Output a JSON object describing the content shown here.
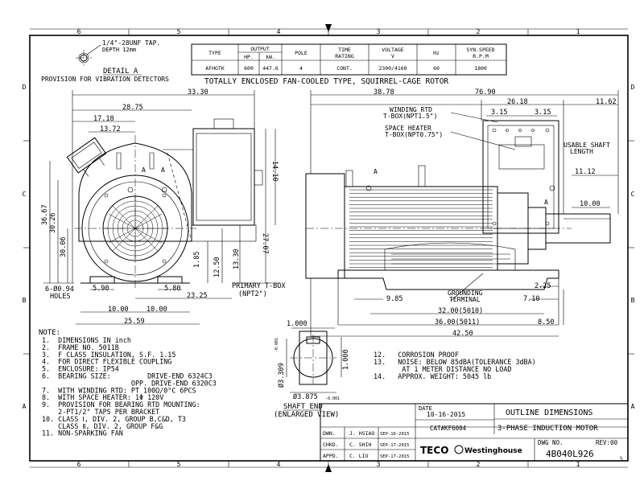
{
  "border": {
    "top_cols": [
      "6",
      "5",
      "4",
      "3",
      "2",
      "1"
    ],
    "bottom_cols": [
      "6",
      "5",
      "4",
      "3",
      "2",
      "1"
    ],
    "left_rows": [
      "D",
      "C",
      "B",
      "A"
    ],
    "right_rows": [
      "D",
      "C",
      "B",
      "A"
    ]
  },
  "detail_a": {
    "tap": "1/4\"-28UNF TAP.",
    "depth": "DEPTH 12mm",
    "title": "DETAIL A",
    "caption": "PROVISION FOR VIBRATION DETECTORS"
  },
  "spec_table": {
    "headers": [
      "TYPE",
      "OUTPUT",
      "POLE",
      "TIME RATING",
      "VOLTAGE V",
      "Hz",
      "SYN.SPEED R.P.M"
    ],
    "output_sub": [
      "HP.",
      "kW."
    ],
    "row": [
      "AFHGTK",
      "600",
      "447.6",
      "4",
      "CONT.",
      "2300/4160",
      "60",
      "1800"
    ],
    "header_time": [
      "TIME",
      "RATING"
    ],
    "header_voltage": [
      "VOLTAGE",
      "V"
    ],
    "header_speed": [
      "SYN.SPEED",
      "R.P.M"
    ],
    "caption": "TOTALLY ENCLOSED FAN-COOLED TYPE, SQUIRREL-CAGE ROTOR"
  },
  "front_view": {
    "dims": [
      "33.30",
      "28.75",
      "17.18",
      "13.72",
      "14.10",
      "27.07",
      "36.67",
      "30.26",
      "30.06",
      "1.85",
      "12.50",
      "13.30",
      "5.90",
      "5.80",
      "10.00",
      "10.00",
      "25.59",
      "23.25",
      "6-Ø0.94",
      "HOLES",
      "PRIMARY T-BOX",
      "(NPT2\")",
      "A",
      "A"
    ]
  },
  "side_view": {
    "dims": [
      "38.78",
      "76.90",
      "26.18",
      "11.62",
      "3.15",
      "3.15",
      "11.12",
      "10.00",
      "2.25",
      "7.10",
      "9.85",
      "32.00(5010)",
      "36.00(5011)",
      "8.50",
      "42.50",
      "A",
      "A"
    ],
    "winding_rtd": "WINDING RTD",
    "winding_rtd_box": "T-BOX(NPT1.5\")",
    "space_heater": "SPACE HEATER",
    "space_heater_box": "T-BOX(NPT0.75\")",
    "usable_shaft": "USABLE SHAFT",
    "length": "LENGTH",
    "grounding": "GROUNDING",
    "terminal": "TERMINAL"
  },
  "notes": {
    "title": "NOTE:",
    "left": [
      "1.  DIMENSIONS IN inch",
      "2.  FRAME NO. 5011B",
      "3.  F CLASS INSULATION, S.F. 1.15",
      "4.  FOR DIRECT FLEXIBLE COUPLING",
      "5.  ENCLOSURE: IP54",
      "6.  BEARING SIZE:         DRIVE-END 6324C3",
      "                      OPP. DRIVE-END 6320C3",
      "7.  WITH WINDING RTD: PT 100Ω/0°C 6PCS",
      "8.  WITH SPACE HEATER: 1Φ 120V",
      "9.  PROVISION FOR BEARING RTD MOUNTING:",
      "    2-PT1/2\" TAPS PER BRACKET",
      "10. CLASS Ⅰ, DIV. 2, GROUP B,C&D, T3",
      "    CLASS Ⅱ, DIV. 2, GROUP F&G",
      "11. NON-SPARKING FAN"
    ],
    "right": [
      "12.   CORROSION PROOF",
      "13.   NOISE: BELOW 85dBA(TOLERANCE 3dBA)",
      "       AT 1 METER DISTANCE NO LOAD",
      "14.   APPROX. WEIGHT: 5045 lb"
    ]
  },
  "shaft_end": {
    "key": "1.000",
    "key_h": "1.000",
    "dia": "Ø3.309",
    "dia_tol": "-0.001",
    "shaft": "Ø3.875",
    "shaft_tol": "-0.001",
    "title": "SHAFT END",
    "subtitle": "(ENLARGED VIEW)"
  },
  "title_block": {
    "date_label": "DATE",
    "date": "10-16-2015",
    "cat": "CAT#KF6004",
    "title1": "OUTLINE DIMENSIONS",
    "title2": "3-PHASE INDUCTION MOTOR",
    "rows": [
      {
        "label": "DWN.",
        "name": "J. HSIAO",
        "date": "SEP-16-2015"
      },
      {
        "label": "CHKD.",
        "name": "C. SHIH",
        "date": "SEP-17-2015"
      },
      {
        "label": "APPD.",
        "name": "C. LIU",
        "date": "SEP-17-2015"
      }
    ],
    "brand": "TECO",
    "brand2": "Westinghouse",
    "dwg_label": "DWG NO.",
    "rev_label": "REV:00",
    "dwg_no": "4B040L926",
    "tail": "⅔"
  }
}
